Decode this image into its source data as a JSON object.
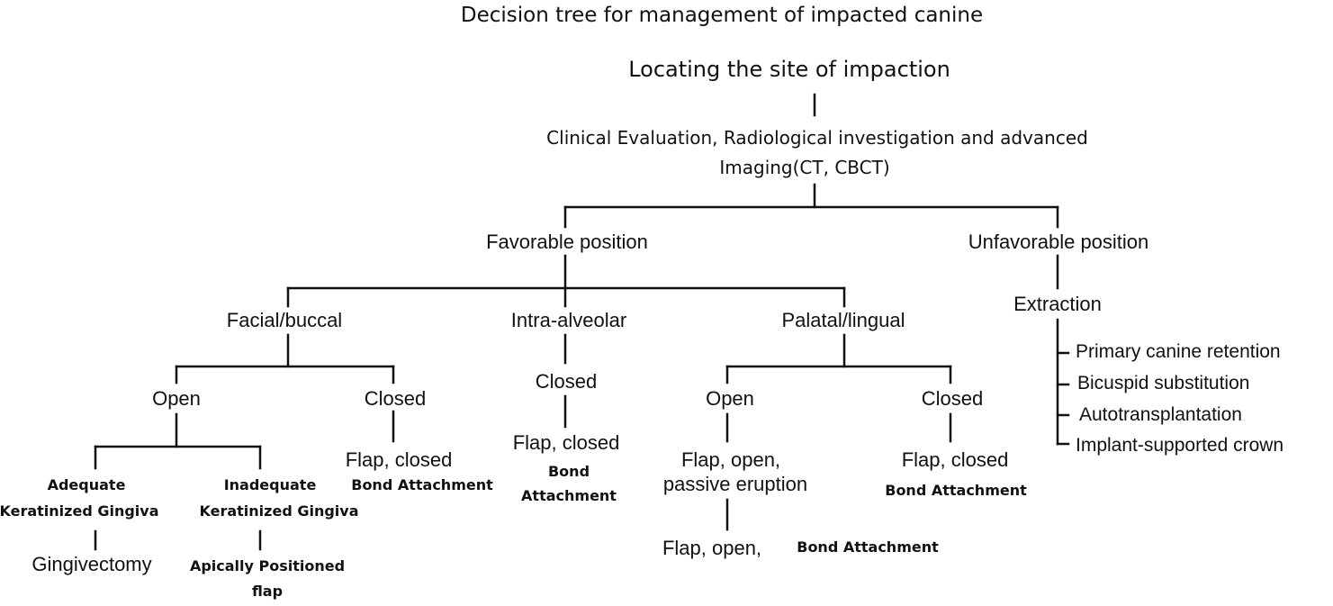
{
  "title": "Decision tree for management of impacted canine",
  "nodes": {
    "root": "Locating the site of impaction",
    "evaluation_line1": "Clinical Evaluation, Radiological investigation and advanced",
    "evaluation_line2": "Imaging(CT, CBCT)",
    "favorable": "Favorable position",
    "unfavorable": "Unfavorable position",
    "facial": "Facial/buccal",
    "intra": "Intra-alveolar",
    "palatal": "Palatal/lingual",
    "extraction": "Extraction",
    "extraction_options": [
      "Primary canine retention",
      "Bicuspid substitution",
      "Autotransplantation",
      "Implant-supported crown"
    ],
    "facial_open": "Open",
    "facial_closed": "Closed",
    "intra_closed": "Closed",
    "palatal_open": "Open",
    "palatal_closed": "Closed",
    "adequate_line1": "Adequate",
    "adequate_line2": "Keratinized Gingiva",
    "inadequate_line1": "Inadequate",
    "inadequate_line2": "Keratinized Gingiva",
    "gingivectomy": "Gingivectomy",
    "apically_line1": "Apically Positioned",
    "apically_line2": "flap",
    "facial_closed_flap": "Flap, closed",
    "facial_closed_bond": "Bond Attachment",
    "intra_flap": "Flap, closed",
    "intra_bond_line1": "Bond",
    "intra_bond_line2": "Attachment",
    "palatal_open_line1": "Flap, open,",
    "palatal_open_line2": "passive eruption",
    "palatal_open_flap2": "Flap, open,",
    "palatal_open_bond": "Bond Attachment",
    "palatal_closed_flap": "Flap, closed",
    "palatal_closed_bond": "Bond Attachment"
  }
}
